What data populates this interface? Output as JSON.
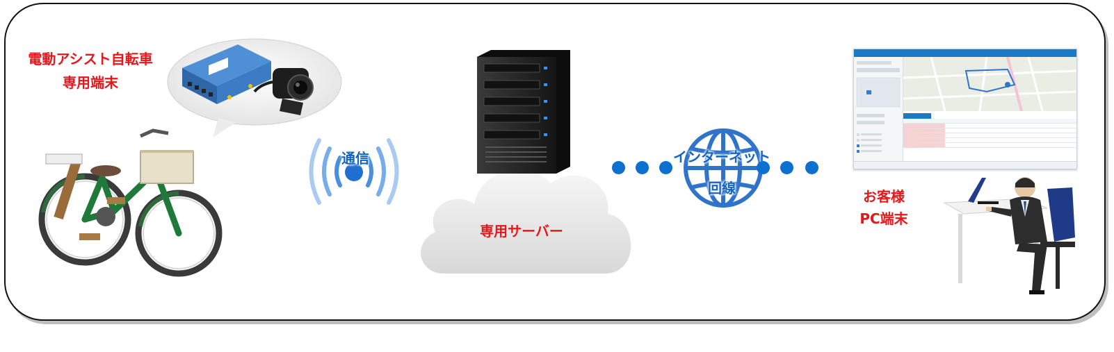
{
  "labels": {
    "bike_terminal_line1": "電動アシスト自転車",
    "bike_terminal_line2": "専用端末",
    "communication": "通信",
    "server": "専用サーバー",
    "internet_line1": "インターネット",
    "internet_line2": "回線",
    "customer_line1": "お客様",
    "customer_line2": "PC端末"
  },
  "colors": {
    "label_red": "#e8161a",
    "label_blue": "#1463c2",
    "dot_blue": "#0d6fd0",
    "frame_border": "#111111"
  },
  "icons": [
    "bicycle-illustration",
    "gps-device-icon",
    "camera-icon",
    "wireless-signal-icon",
    "server-tower-icon",
    "cloud-icon",
    "globe-icon",
    "pc-dashboard-screenshot",
    "businessman-at-desk-illustration"
  ]
}
